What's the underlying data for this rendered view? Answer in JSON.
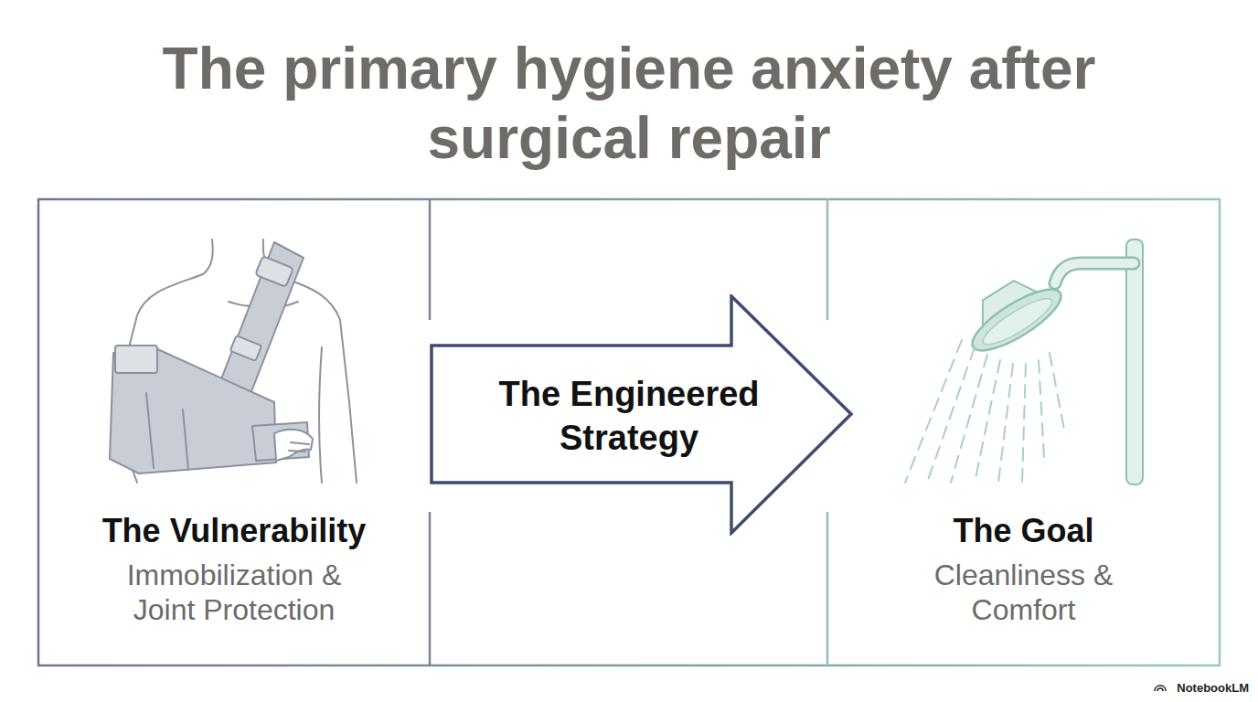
{
  "diagram": {
    "title": "The primary hygiene anxiety after surgical repair",
    "nodes": [
      {
        "text": [
          "The Vulnerability",
          "Immobilization & Joint Protection"
        ]
      },
      {
        "text": [
          "The Engineered Strategy"
        ]
      },
      {
        "text": [
          "The Goal",
          "Cleanliness & Comfort"
        ]
      }
    ],
    "labels": [
      "NotebookLM"
    ]
  }
}
